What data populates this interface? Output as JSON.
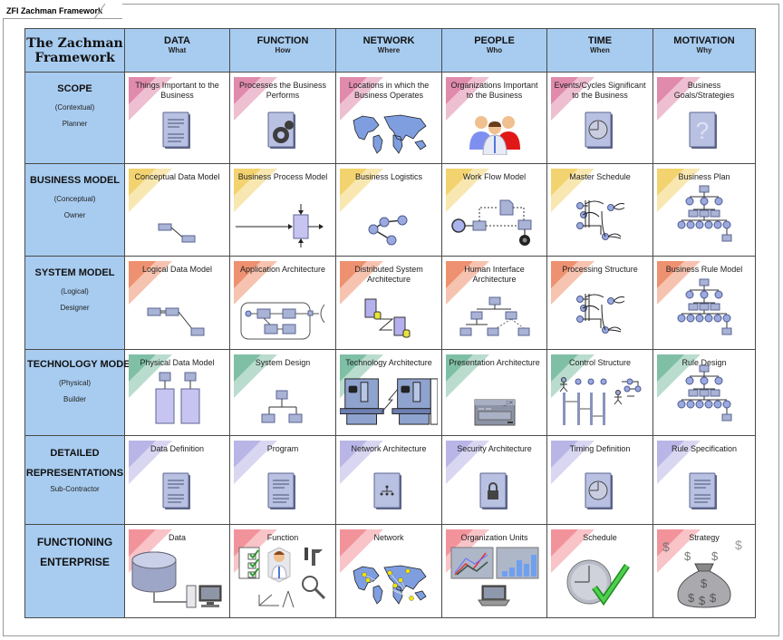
{
  "frame": {
    "title": "ZFI Zachman Framework"
  },
  "corner": {
    "title_line1": "The Zachman",
    "title_line2": "Framework"
  },
  "columns": [
    {
      "name": "DATA",
      "sub": "What"
    },
    {
      "name": "FUNCTION",
      "sub": "How"
    },
    {
      "name": "NETWORK",
      "sub": "Where"
    },
    {
      "name": "PEOPLE",
      "sub": "Who"
    },
    {
      "name": "TIME",
      "sub": "When"
    },
    {
      "name": "MOTIVATION",
      "sub": "Why"
    }
  ],
  "rows": [
    {
      "name": "SCOPE",
      "sub": "(Contextual)",
      "role": "Planner",
      "accent": "#e08aac",
      "cells": [
        {
          "label": "Things Important to the Business",
          "icon": "document-icon"
        },
        {
          "label": "Processes the Business Performs",
          "icon": "gear-document-icon"
        },
        {
          "label": "Locations in which the Business Operates",
          "icon": "world-map-icon"
        },
        {
          "label": "Organizations Important to the Business",
          "icon": "people-group-icon"
        },
        {
          "label": "Events/Cycles Significant to the Business",
          "icon": "clock-document-icon"
        },
        {
          "label": "Business Goals/Strategies",
          "icon": "question-document-icon"
        }
      ]
    },
    {
      "name": "BUSINESS MODEL",
      "sub": "(Conceptual)",
      "role": "Owner",
      "accent": "#f3d36f",
      "cells": [
        {
          "label": "Conceptual Data Model",
          "icon": "entity-relation-icon"
        },
        {
          "label": "Business Process Model",
          "icon": "process-box-icon"
        },
        {
          "label": "Business Logistics",
          "icon": "node-network-icon"
        },
        {
          "label": "Work Flow Model",
          "icon": "workflow-icon"
        },
        {
          "label": "Master Schedule",
          "icon": "schedule-diagram-icon"
        },
        {
          "label": "Business Plan",
          "icon": "hierarchy-tree-icon"
        }
      ]
    },
    {
      "name": "SYSTEM MODEL",
      "sub": "(Logical)",
      "role": "Designer",
      "accent": "#ee9170",
      "cells": [
        {
          "label": "Logical Data Model",
          "icon": "logical-model-icon"
        },
        {
          "label": "Application Architecture",
          "icon": "component-diagram-icon"
        },
        {
          "label": "Distributed System Architecture",
          "icon": "distributed-nodes-icon"
        },
        {
          "label": "Human Interface Architecture",
          "icon": "interface-tree-icon"
        },
        {
          "label": "Processing Structure",
          "icon": "schedule-diagram-icon"
        },
        {
          "label": "Business Rule Model",
          "icon": "hierarchy-tree-icon"
        }
      ]
    },
    {
      "name": "TECHNOLOGY MODEL",
      "sub": "(Physical)",
      "role": "Builder",
      "accent": "#7fbfa6",
      "cells": [
        {
          "label": "Physical Data Model",
          "icon": "physical-tables-icon"
        },
        {
          "label": "System Design",
          "icon": "small-tree-icon"
        },
        {
          "label": "Technology Architecture",
          "icon": "mainframe-link-icon"
        },
        {
          "label": "Presentation Architecture",
          "icon": "window-icon"
        },
        {
          "label": "Control Structure",
          "icon": "sequence-diagram-icon"
        },
        {
          "label": "Rule Design",
          "icon": "hierarchy-tree-icon"
        }
      ]
    },
    {
      "name": "DETAILED REPRESENTATIONS",
      "name_line1": "DETAILED",
      "name_line2": "REPRESENTATIONS",
      "sub": "",
      "role": "Sub-Contractor",
      "accent": "#b9b5e6",
      "cells": [
        {
          "label": "Data Definition",
          "icon": "document-icon"
        },
        {
          "label": "Program",
          "icon": "document-icon"
        },
        {
          "label": "Network Architecture",
          "icon": "network-document-icon"
        },
        {
          "label": "Security Architecture",
          "icon": "lock-document-icon"
        },
        {
          "label": "Timing Definition",
          "icon": "clock-document-icon"
        },
        {
          "label": "Rule Specification",
          "icon": "document-icon"
        }
      ]
    },
    {
      "name": "FUNCTIONING ENTERPRISE",
      "name_line1": "FUNCTIONING",
      "name_line2": "ENTERPRISE",
      "sub": "",
      "role": "",
      "accent": "#f2939b",
      "cells": [
        {
          "label": "Data",
          "icon": "database-computer-icon"
        },
        {
          "label": "Function",
          "icon": "tools-person-icon"
        },
        {
          "label": "Network",
          "icon": "world-network-icon"
        },
        {
          "label": "Organization Units",
          "icon": "charts-laptop-icon"
        },
        {
          "label": "Schedule",
          "icon": "clock-check-icon"
        },
        {
          "label": "Strategy",
          "icon": "money-bag-icon"
        }
      ]
    }
  ]
}
